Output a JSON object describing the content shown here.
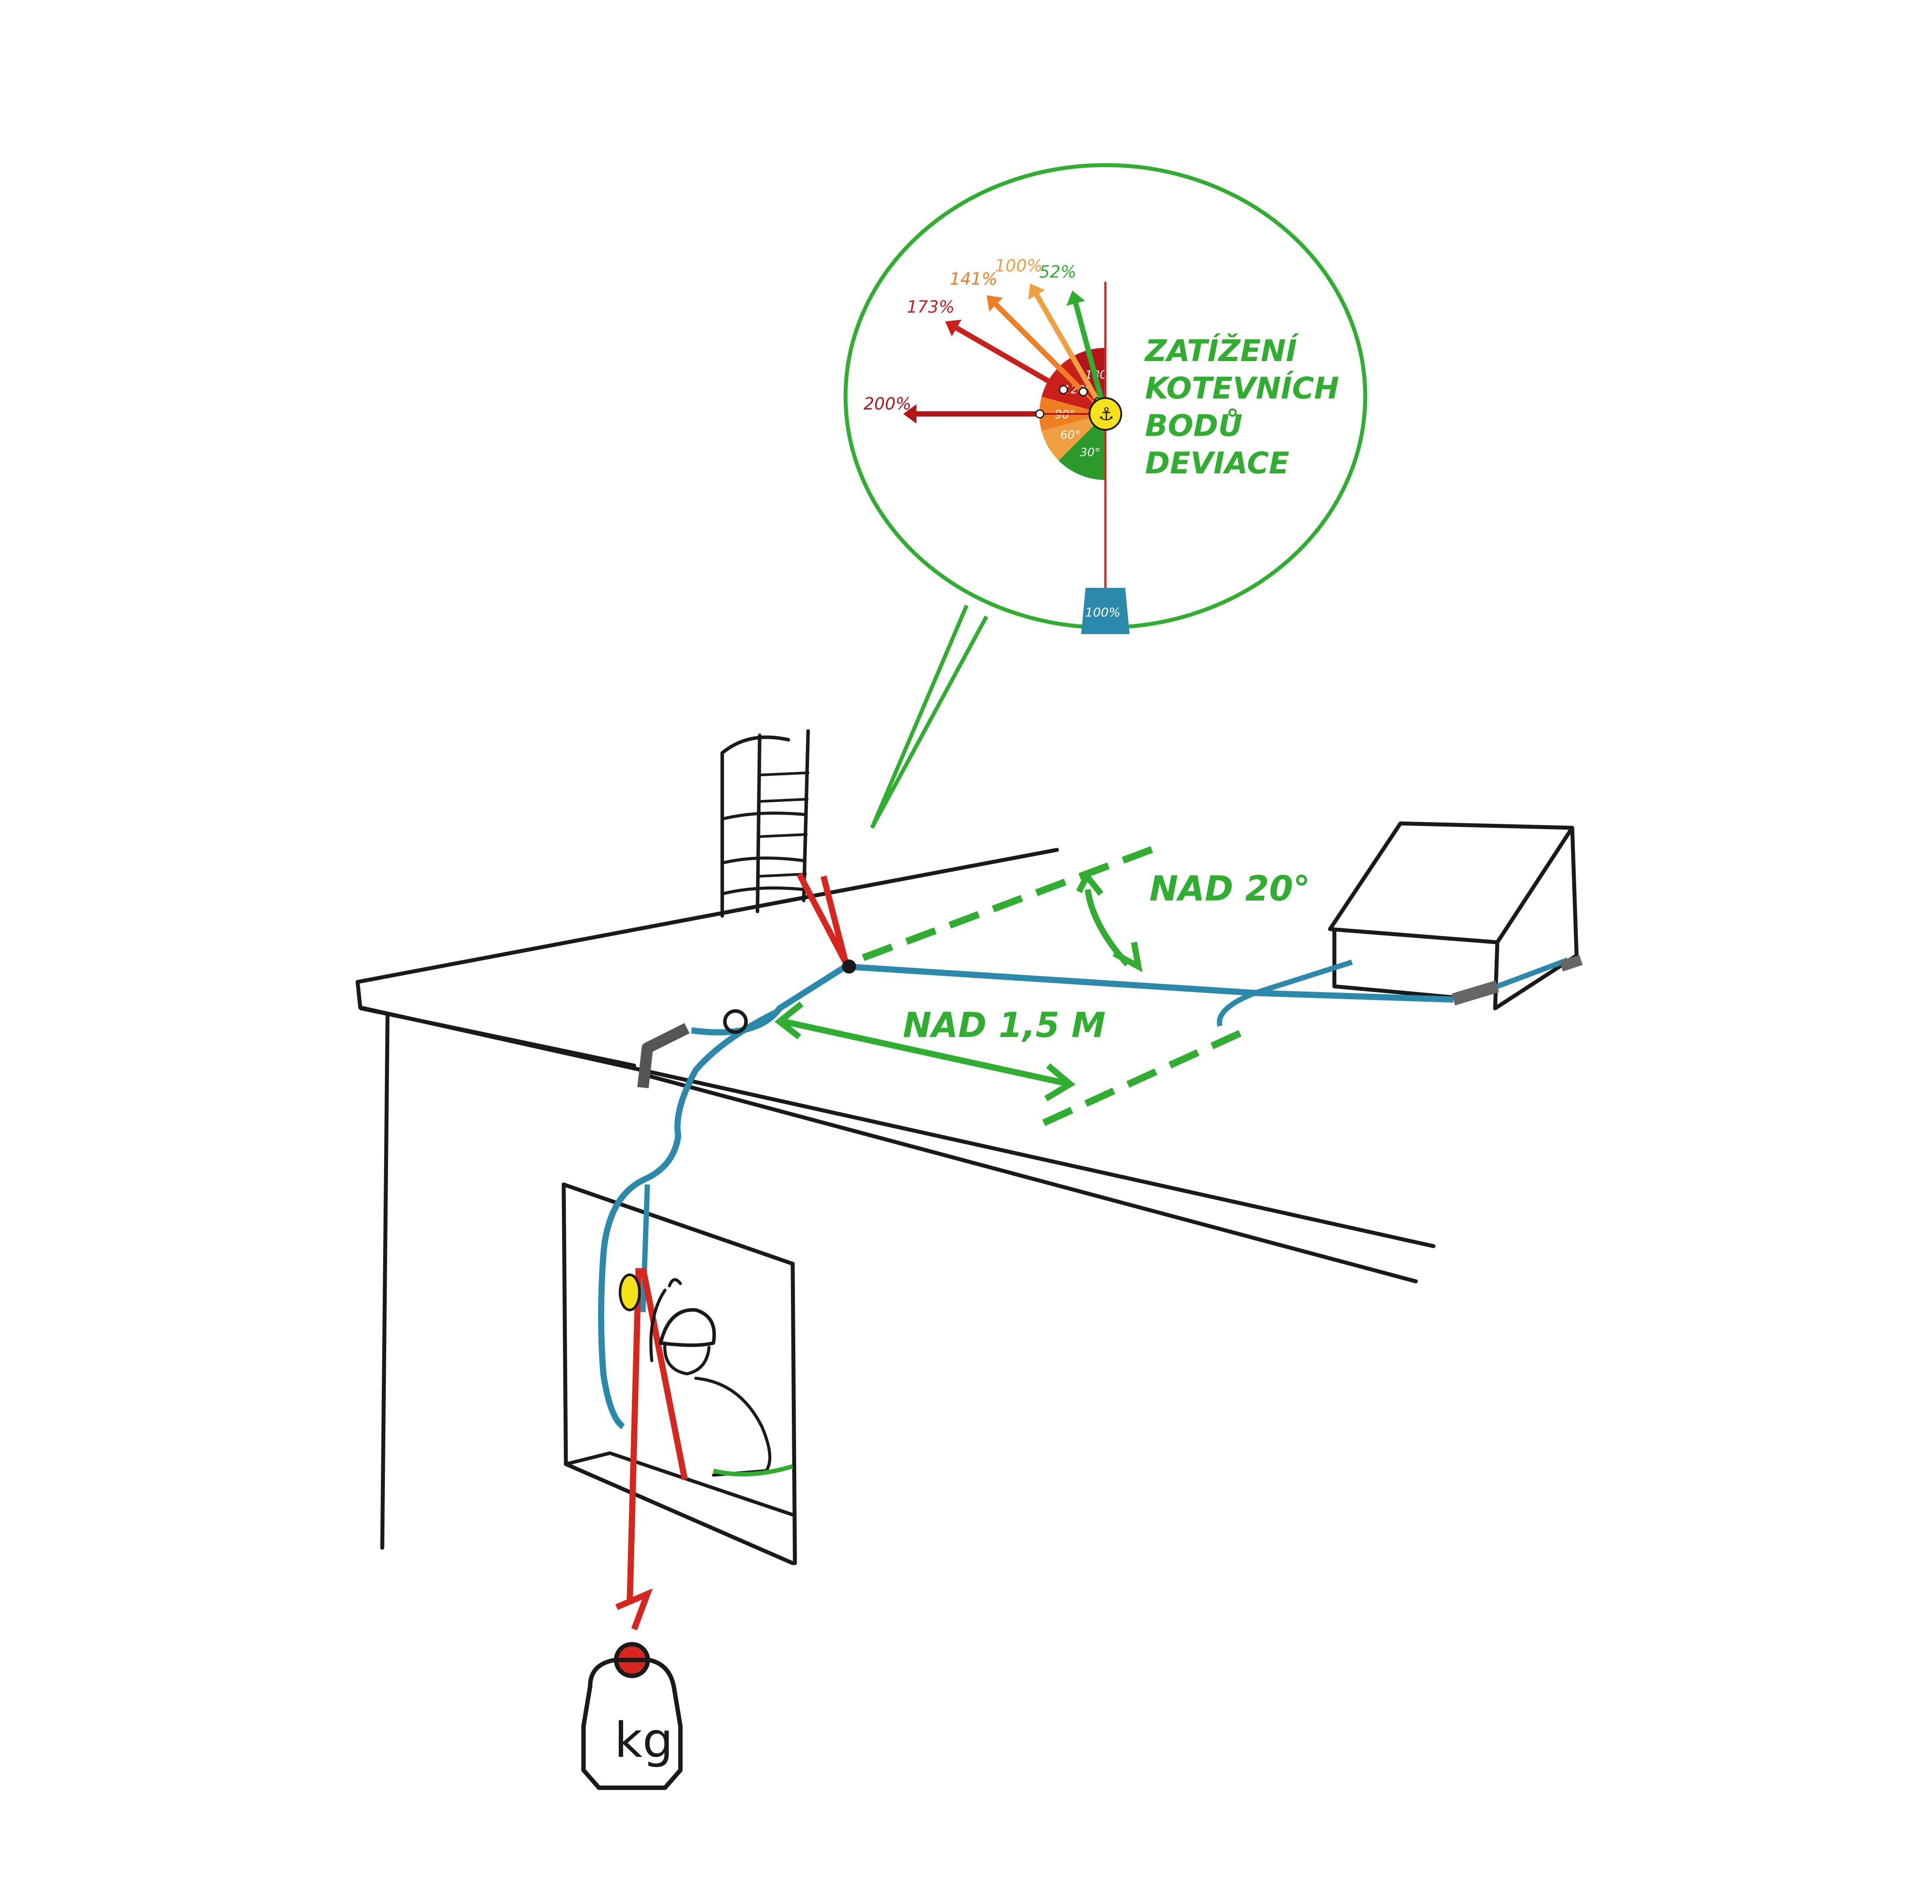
{
  "colors": {
    "ink": "#1a1a1a",
    "rope_blue": "#2b8aab",
    "rope_red": "#d7261e",
    "green": "#2fae2f",
    "orange": "#ef7d22",
    "light_orange": "#f0a040",
    "dark_red": "#b3161a",
    "yellow": "#f5e21b",
    "weight_blue": "#2b8aab"
  },
  "callout": {
    "title_lines": [
      "ZATÍŽENÍ",
      "KOTEVNÍCH",
      "BODŮ",
      "DEVIACE"
    ],
    "weight_label": "100%",
    "vectors": [
      {
        "label": "200%",
        "angle": 180,
        "color": "#b3161a"
      },
      {
        "label": "173%",
        "angle": 120,
        "color": "#c9201b"
      },
      {
        "label": "141%",
        "angle": 90,
        "color": "#ef7d22"
      },
      {
        "label": "100%",
        "angle": 60,
        "color": "#f0a040"
      },
      {
        "label": "52%",
        "angle": 30,
        "color": "#2fae2f"
      }
    ],
    "sector_labels": [
      "180°",
      "120°",
      "90°",
      "60°",
      "30°"
    ]
  },
  "measurements": {
    "angle_label": "NAD 20°",
    "distance_label": "NAD 1,5 M"
  },
  "weight": {
    "label": "kg"
  },
  "icons": [
    "anchor-icon",
    "kettlebell-weight-icon"
  ]
}
